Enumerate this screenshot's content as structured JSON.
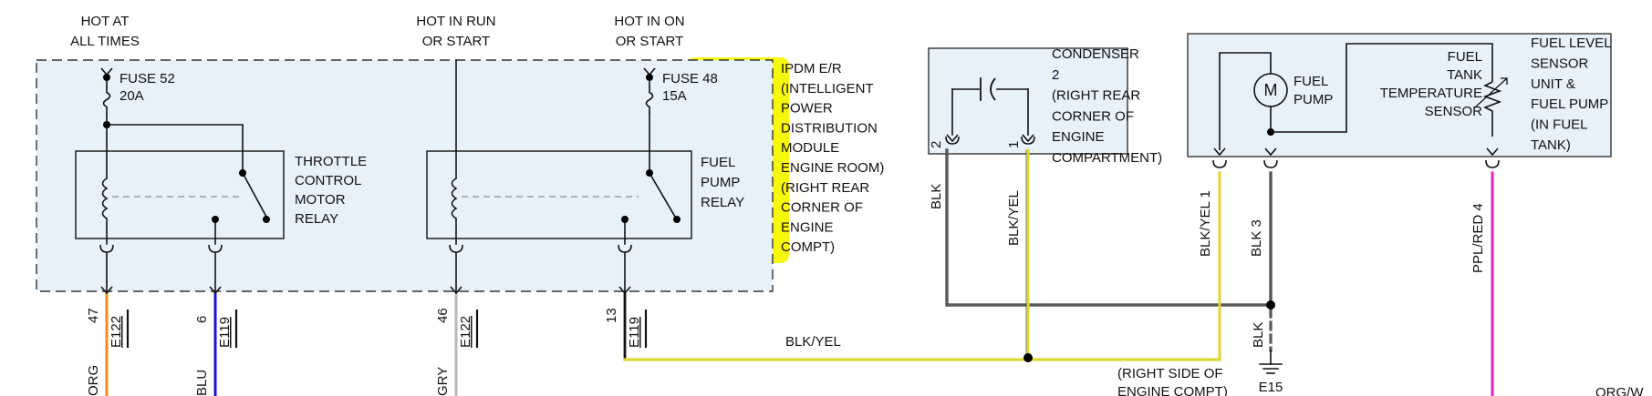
{
  "sources": {
    "hot_at_all_times": [
      "HOT AT",
      "ALL TIMES"
    ],
    "hot_in_run": [
      "HOT IN RUN",
      "OR START"
    ],
    "hot_in_on": [
      "HOT IN ON",
      "OR START"
    ]
  },
  "fuses": {
    "fuse52": [
      "FUSE 52",
      "20A"
    ],
    "fuse48": [
      "FUSE 48",
      "15A"
    ]
  },
  "ipdm_label": [
    "IPDM E/R",
    "(INTELLIGENT",
    "POWER",
    "DISTRIBUTION",
    "MODULE",
    "ENGINE ROOM)",
    "(RIGHT REAR",
    "CORNER OF",
    "ENGINE",
    "COMPT)"
  ],
  "throttle_relay": [
    "THROTTLE",
    "CONTROL",
    "MOTOR",
    "RELAY"
  ],
  "fuel_pump_relay": [
    "FUEL",
    "PUMP",
    "RELAY"
  ],
  "condenser": {
    "label": [
      "CONDENSER",
      "2",
      "(RIGHT REAR",
      "CORNER OF",
      "ENGINE",
      "COMPARTMENT)"
    ],
    "pin_left": "2",
    "pin_right": "1",
    "wire_left": "BLK",
    "wire_right": "BLK/YEL"
  },
  "fuel_unit": {
    "label": [
      "FUEL LEVEL",
      "SENSOR",
      "UNIT &",
      "FUEL PUMP",
      "(IN FUEL",
      "TANK)"
    ],
    "motor_symbol": "M",
    "pump_label": [
      "FUEL",
      "PUMP"
    ],
    "sensor_label": [
      "FUEL",
      "TANK",
      "TEMPERATURE",
      "SENSOR"
    ],
    "pins": [
      {
        "wire": "BLK/YEL",
        "pin": "1"
      },
      {
        "wire": "BLK",
        "pin": "3"
      },
      {
        "wire": "PPL/RED",
        "pin": "4"
      }
    ]
  },
  "connectors": [
    {
      "pin": "47",
      "conn": "E122",
      "wire": "ORG"
    },
    {
      "pin": "6",
      "conn": "E119",
      "wire": "BLU"
    },
    {
      "pin": "46",
      "conn": "E122",
      "wire": "GRY"
    },
    {
      "pin": "13",
      "conn": "E119",
      "wire": ""
    }
  ],
  "bottom_wire": "BLK/YEL",
  "ground": {
    "wire": "BLK",
    "id": "E15",
    "location": [
      "(RIGHT SIDE OF",
      "ENGINE COMPT)"
    ]
  },
  "edge_label": "ORG/W",
  "colors": {
    "ipdm_fill": "#e6f1fa",
    "highlight": "#f7f70c",
    "wire_org": "#f28a1d",
    "wire_blu": "#1414e0",
    "wire_gry": "#b9b9b9",
    "wire_blk": "#585858",
    "wire_yel": "#e0d630",
    "wire_ppl_red": "#e620b8"
  }
}
